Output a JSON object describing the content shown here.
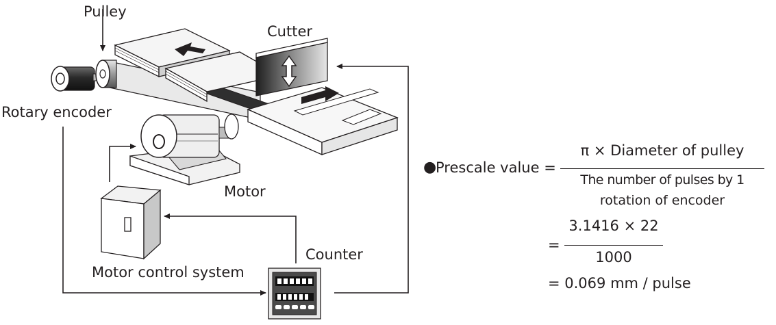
{
  "labels": {
    "pulley": "Pulley",
    "cutter": "Cutter",
    "rotary_encoder": "Rotary encoder",
    "motor": "Motor",
    "motor_control_system": "Motor control system",
    "counter": "Counter"
  },
  "formula": {
    "bullet": "●",
    "lhs": "Prescale value =",
    "numerator": "π × Diameter of pulley",
    "denominator_line1": "The number of pulses by 1",
    "denominator_line2": "rotation of encoder",
    "eq": "=",
    "step2_numerator": "3.1416 × 22",
    "step2_denominator": "1000",
    "result": "= 0.069 mm / pulse"
  },
  "colors": {
    "ink": "#231f20",
    "metal_light": "#f2f2f2",
    "metal_mid": "#bdbdbd",
    "metal_dark": "#3a3a3a"
  }
}
